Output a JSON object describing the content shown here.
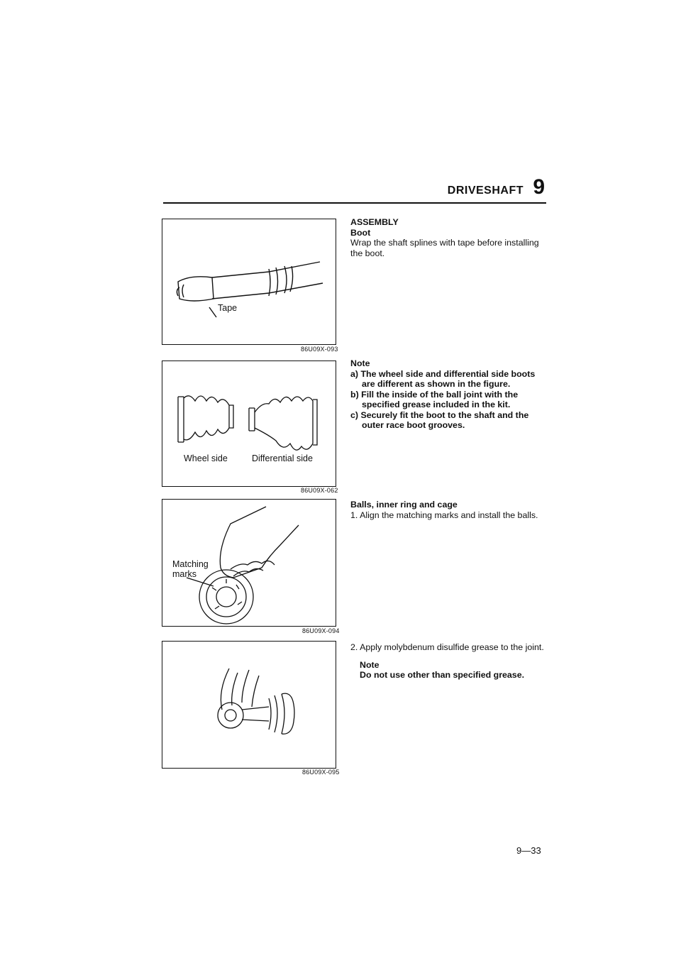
{
  "header": {
    "title": "DRIVESHAFT",
    "chapter": "9"
  },
  "figures": [
    {
      "code": "86U09X-093",
      "labels": [
        "Tape"
      ]
    },
    {
      "code": "86U09X-062",
      "labels": [
        "Wheel side",
        "Differential side"
      ]
    },
    {
      "code": "86U09X-094",
      "labels": [
        "Matching",
        "marks"
      ]
    },
    {
      "code": "86U09X-095",
      "labels": []
    }
  ],
  "sections": {
    "assembly": {
      "heading": "ASSEMBLY",
      "subheading": "Boot",
      "body": "Wrap the shaft splines with tape before installing the boot."
    },
    "note1": {
      "heading": "Note",
      "items": [
        "a) The wheel side and differential side boots are different as shown in the figure.",
        "b) Fill the inside of the ball joint with the specified grease included in the kit.",
        "c) Securely fit the boot to the shaft and the outer race boot grooves."
      ]
    },
    "balls": {
      "heading": "Balls, inner ring and cage",
      "step1": "1. Align the matching marks and install the balls."
    },
    "step2": {
      "text": "2. Apply molybdenum disulfide grease to the joint.",
      "note_heading": "Note",
      "note_text": "Do not use other than specified grease."
    }
  },
  "page_number": "9—33"
}
